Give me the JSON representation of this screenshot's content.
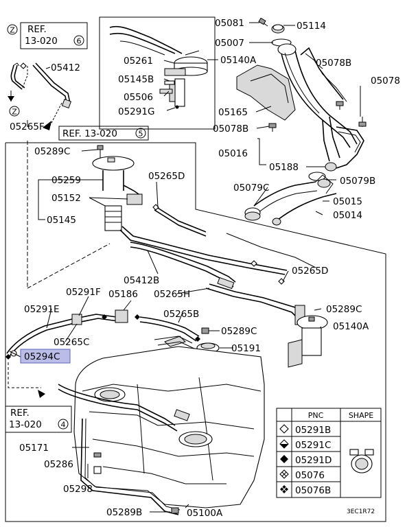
{
  "labels": {
    "ref_z": "REF.",
    "ref_z_num": "13-020",
    "ref_z_circ": "6",
    "z_mark": "Z",
    "z_mark2": "Z",
    "ref_5": "REF. 13-020",
    "ref_5_circ": "5",
    "ref_4": "REF.",
    "ref_4_num": "13-020",
    "ref_4_circ": "4",
    "p05412": "05412",
    "p05265F": "05265F",
    "p05261": "05261",
    "p05145B": "05145B",
    "p05506": "05506",
    "p05291G": "05291G",
    "p05140A_top": "05140A",
    "p05081": "05081",
    "p05114": "05114",
    "p05007": "05007",
    "p05078B_a": "05078B",
    "p05078": "05078",
    "p05165": "05165",
    "p05078B_b": "05078B",
    "p05016": "05016",
    "p05188": "05188",
    "p05079C": "05079C",
    "p05079B": "05079B",
    "p05015": "05015",
    "p05014": "05014",
    "p05289C_a": "05289C",
    "p05259": "05259",
    "p05152": "05152",
    "p05145": "05145",
    "p05265D_a": "05265D",
    "p05412B": "05412B",
    "p05265D_b": "05265D",
    "p05291F": "05291F",
    "p05186": "05186",
    "p05265H": "05265H",
    "p05289C_b": "05289C",
    "p05291E": "05291E",
    "p05265B": "05265B",
    "p05140A_mid": "05140A",
    "p05265C": "05265C",
    "p05289C_c": "05289C",
    "p05191": "05191",
    "p05294C": "05294C",
    "p05171": "05171",
    "p05286": "05286",
    "p05298": "05298",
    "p05289B": "05289B",
    "p05100A": "05100A",
    "code": "3EC1R72"
  },
  "legend": {
    "col_pnc": "PNC",
    "col_shape": "SHAPE",
    "rows": [
      {
        "pnc": "05291B",
        "symbol": "diamond-outline"
      },
      {
        "pnc": "05291C",
        "symbol": "diamond-half"
      },
      {
        "pnc": "05291D",
        "symbol": "diamond-filled"
      },
      {
        "pnc": "05076",
        "symbol": "diamond-cross"
      },
      {
        "pnc": "05076B",
        "symbol": "diamond-filled-cross"
      }
    ]
  },
  "colors": {
    "highlight_fill": "#b9bde8",
    "highlight_stroke": "#5d63b8"
  }
}
